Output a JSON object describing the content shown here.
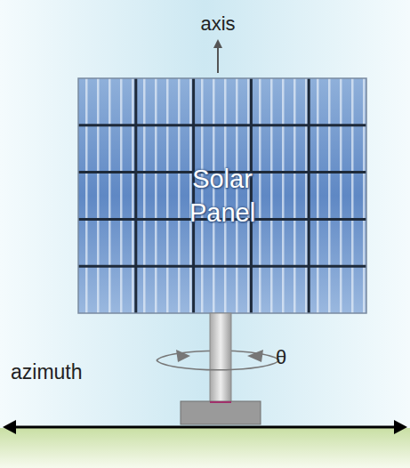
{
  "diagram": {
    "nodes": [
      {
        "text": [
          "Solar Panel"
        ]
      }
    ],
    "labels": [
      "axis",
      "azimuth",
      "θ"
    ]
  }
}
